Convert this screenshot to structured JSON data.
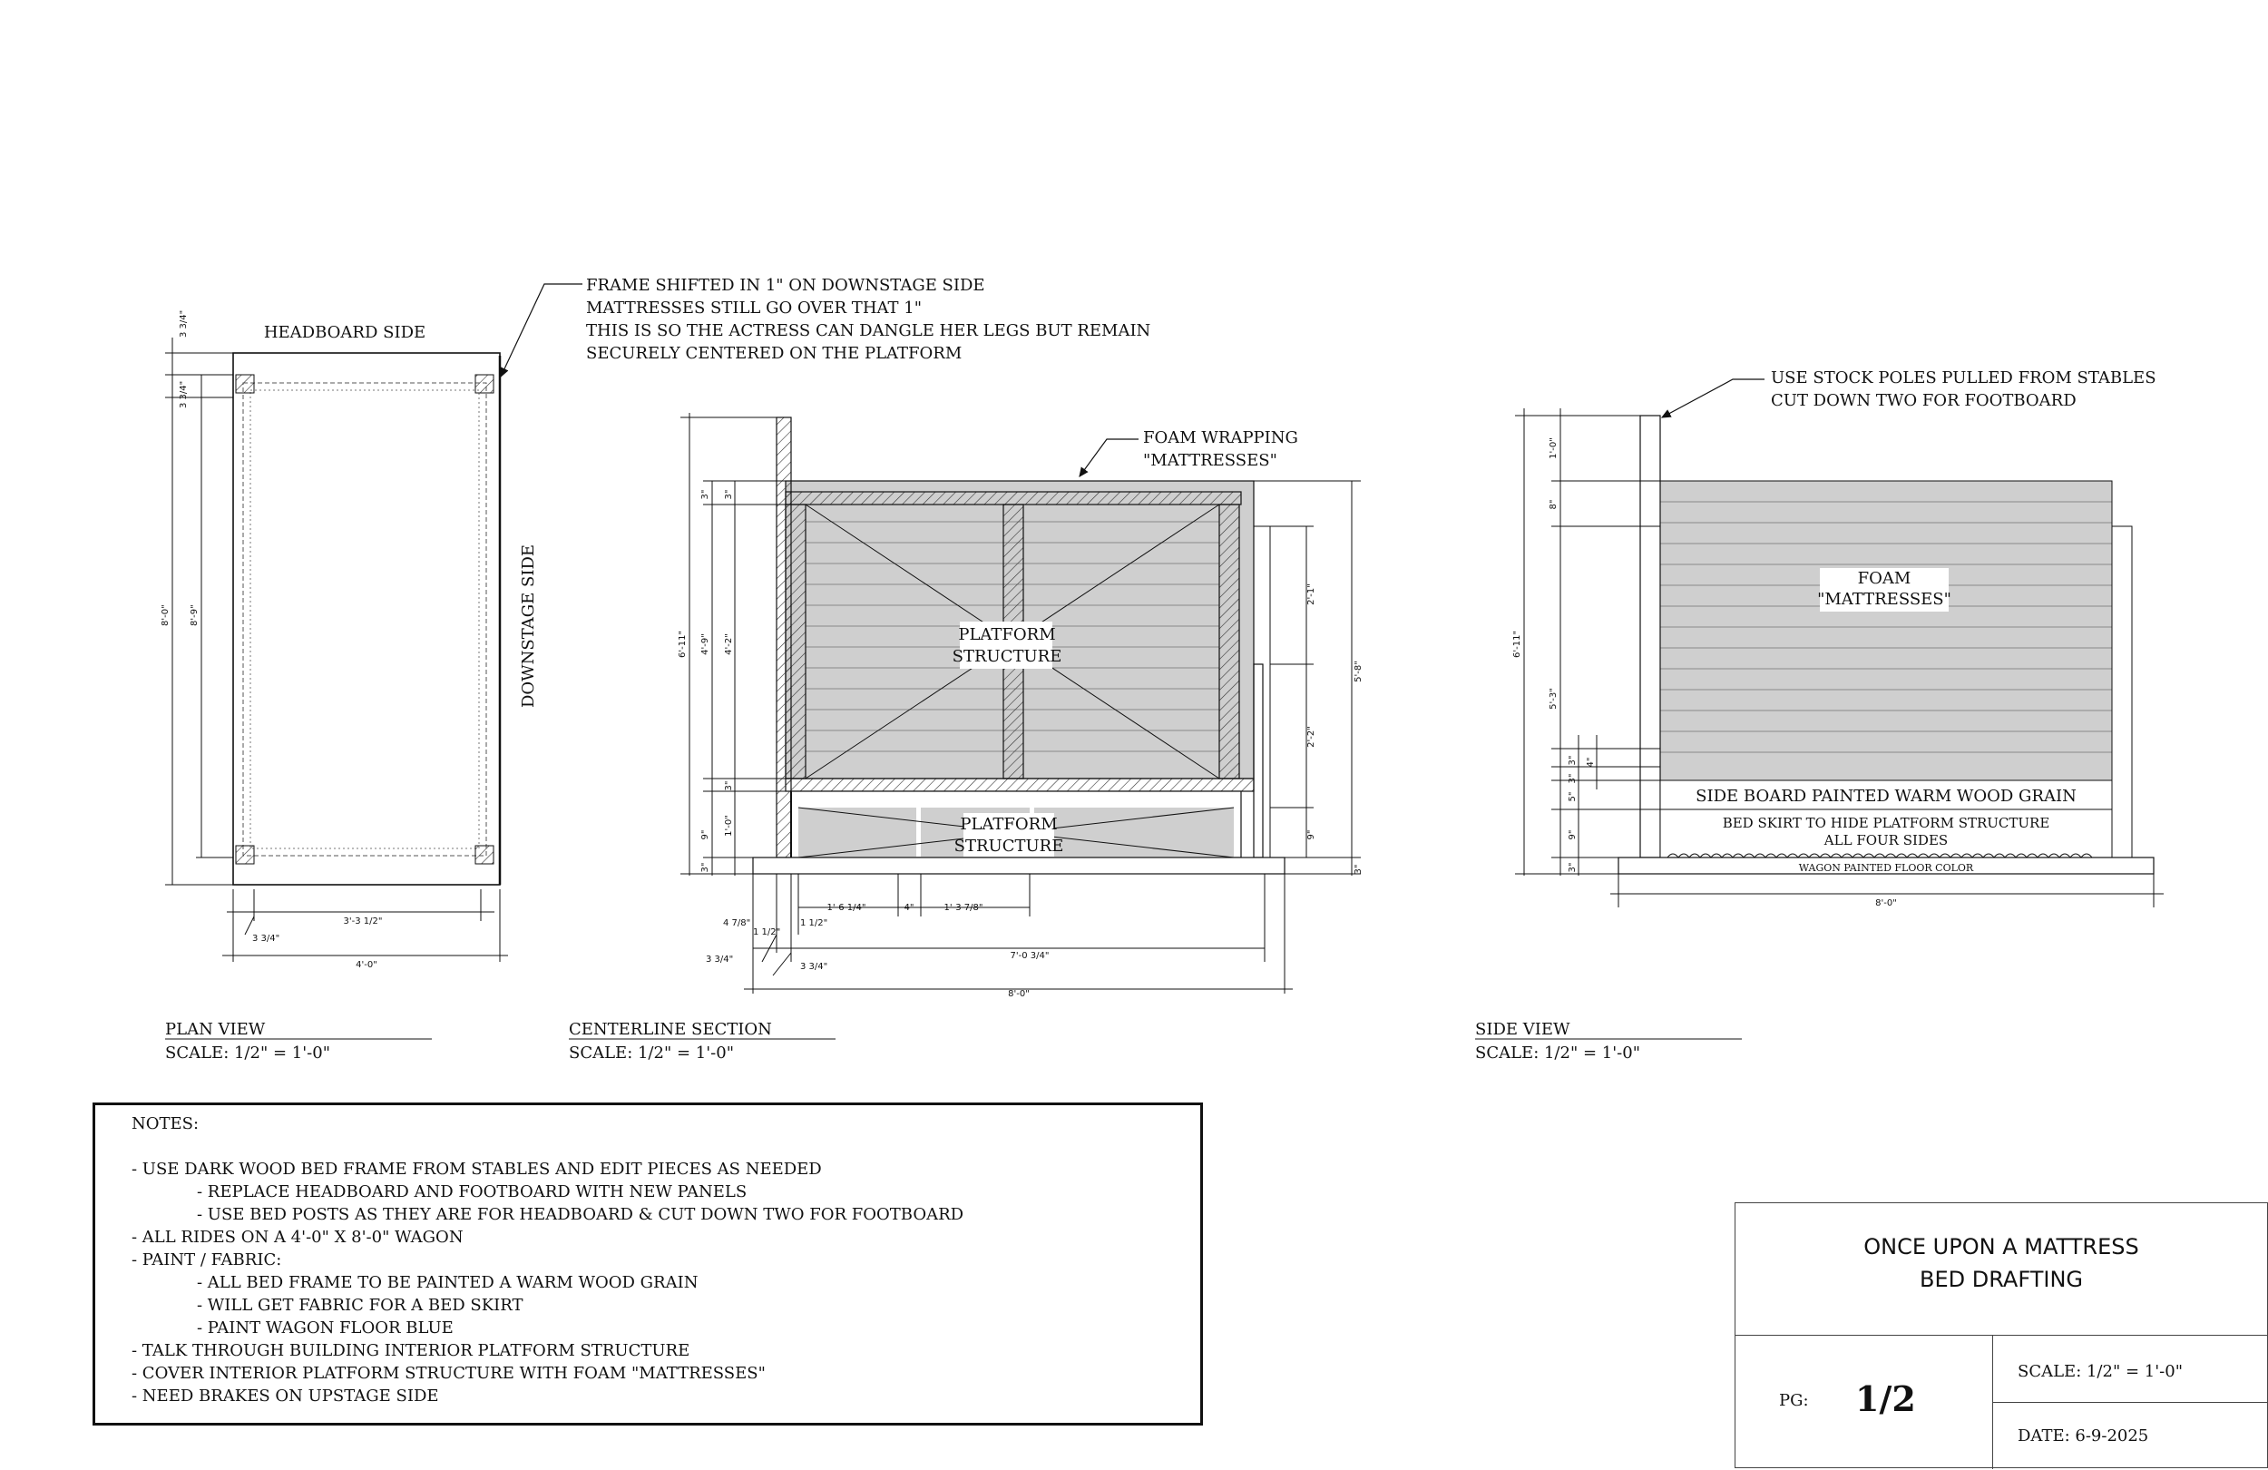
{
  "plan_view": {
    "top_label": "HEADBOARD SIDE",
    "side_label": "DOWNSTAGE SIDE",
    "dims": [
      "3 3/4\"",
      "3 3/4\"",
      "8'-0\"",
      "8'-9\"",
      "3'-3 1/2\"",
      "3 3/4\"",
      "4'-0\""
    ],
    "caption": "PLAN VIEW",
    "scale": "SCALE: 1/2\" = 1'-0\""
  },
  "callout_frame": {
    "lines": [
      "FRAME SHIFTED IN 1\" ON DOWNSTAGE SIDE",
      "MATTRESSES STILL GO OVER THAT 1\"",
      "THIS IS SO THE ACTRESS CAN DANGLE HER LEGS BUT REMAIN",
      "SECURELY CENTERED ON THE PLATFORM"
    ]
  },
  "section_view": {
    "foam_callout": [
      "FOAM WRAPPING",
      "\"MATTRESSES\""
    ],
    "upper_label": [
      "PLATFORM",
      "STRUCTURE"
    ],
    "lower_label": [
      "PLATFORM",
      "STRUCTURE"
    ],
    "left_dims": [
      "6'-11\"",
      "4'-9\"",
      "4'-2\"",
      "3\"",
      "3\"",
      "3\"",
      "1'-0\"",
      "9\"",
      "3\""
    ],
    "right_dims": [
      "2'-1\"",
      "2'-2\"",
      "9\"",
      "5'-8\"",
      "3\""
    ],
    "bottom_dims": [
      "1'-6 1/4\"",
      "4\"",
      "1'-3 7/8\"",
      "4 7/8\"",
      "1 1/2\"",
      "1 1/2\"",
      "3 3/4\"",
      "7'-0 3/4\"",
      "3 3/4\"",
      "8'-0\""
    ],
    "caption": "CENTERLINE SECTION",
    "scale": "SCALE: 1/2\" = 1'-0\""
  },
  "side_view": {
    "pole_callout": [
      "USE STOCK POLES PULLED FROM STABLES",
      "CUT DOWN TWO FOR FOOTBOARD"
    ],
    "foam_label": [
      "FOAM",
      "\"MATTRESSES\""
    ],
    "side_board": "SIDE BOARD PAINTED WARM WOOD GRAIN",
    "skirt": [
      "BED SKIRT TO HIDE PLATFORM STRUCTURE",
      "ALL FOUR SIDES"
    ],
    "wagon": "WAGON PAINTED FLOOR COLOR",
    "left_dims": [
      "1'-0\"",
      "8\"",
      "6'-11\"",
      "5'-3\"",
      "3\"",
      "4\"",
      "3\"",
      "5\"",
      "9\"",
      "3\""
    ],
    "bottom_dim": "8'-0\"",
    "caption": "SIDE VIEW",
    "scale": "SCALE: 1/2\" = 1'-0\""
  },
  "notes": {
    "heading": "NOTES:",
    "items": [
      {
        "text": "- USE DARK WOOD BED FRAME FROM STABLES AND EDIT PIECES AS NEEDED",
        "indent": false
      },
      {
        "text": "- REPLACE HEADBOARD AND FOOTBOARD WITH NEW PANELS",
        "indent": true
      },
      {
        "text": "- USE BED POSTS AS THEY ARE FOR HEADBOARD & CUT DOWN TWO FOR FOOTBOARD",
        "indent": true
      },
      {
        "text": "- ALL RIDES ON A 4'-0\" X 8'-0\" WAGON",
        "indent": false
      },
      {
        "text": "- PAINT / FABRIC:",
        "indent": false
      },
      {
        "text": "- ALL BED FRAME TO BE PAINTED A WARM WOOD GRAIN",
        "indent": true
      },
      {
        "text": "- WILL GET FABRIC FOR A BED SKIRT",
        "indent": true
      },
      {
        "text": "- PAINT WAGON FLOOR BLUE",
        "indent": true
      },
      {
        "text": "- TALK THROUGH BUILDING INTERIOR PLATFORM STRUCTURE",
        "indent": false
      },
      {
        "text": "- COVER INTERIOR PLATFORM STRUCTURE WITH FOAM \"MATTRESSES\"",
        "indent": false
      },
      {
        "text": "- NEED BRAKES ON UPSTAGE SIDE",
        "indent": false
      }
    ]
  },
  "title_block": {
    "title_line1": "ONCE UPON A MATTRESS",
    "title_line2": "BED DRAFTING",
    "pg_label": "PG:",
    "pg_value": "1/2",
    "scale": "SCALE: 1/2\" = 1'-0\"",
    "date": "DATE: 6-9-2025"
  }
}
